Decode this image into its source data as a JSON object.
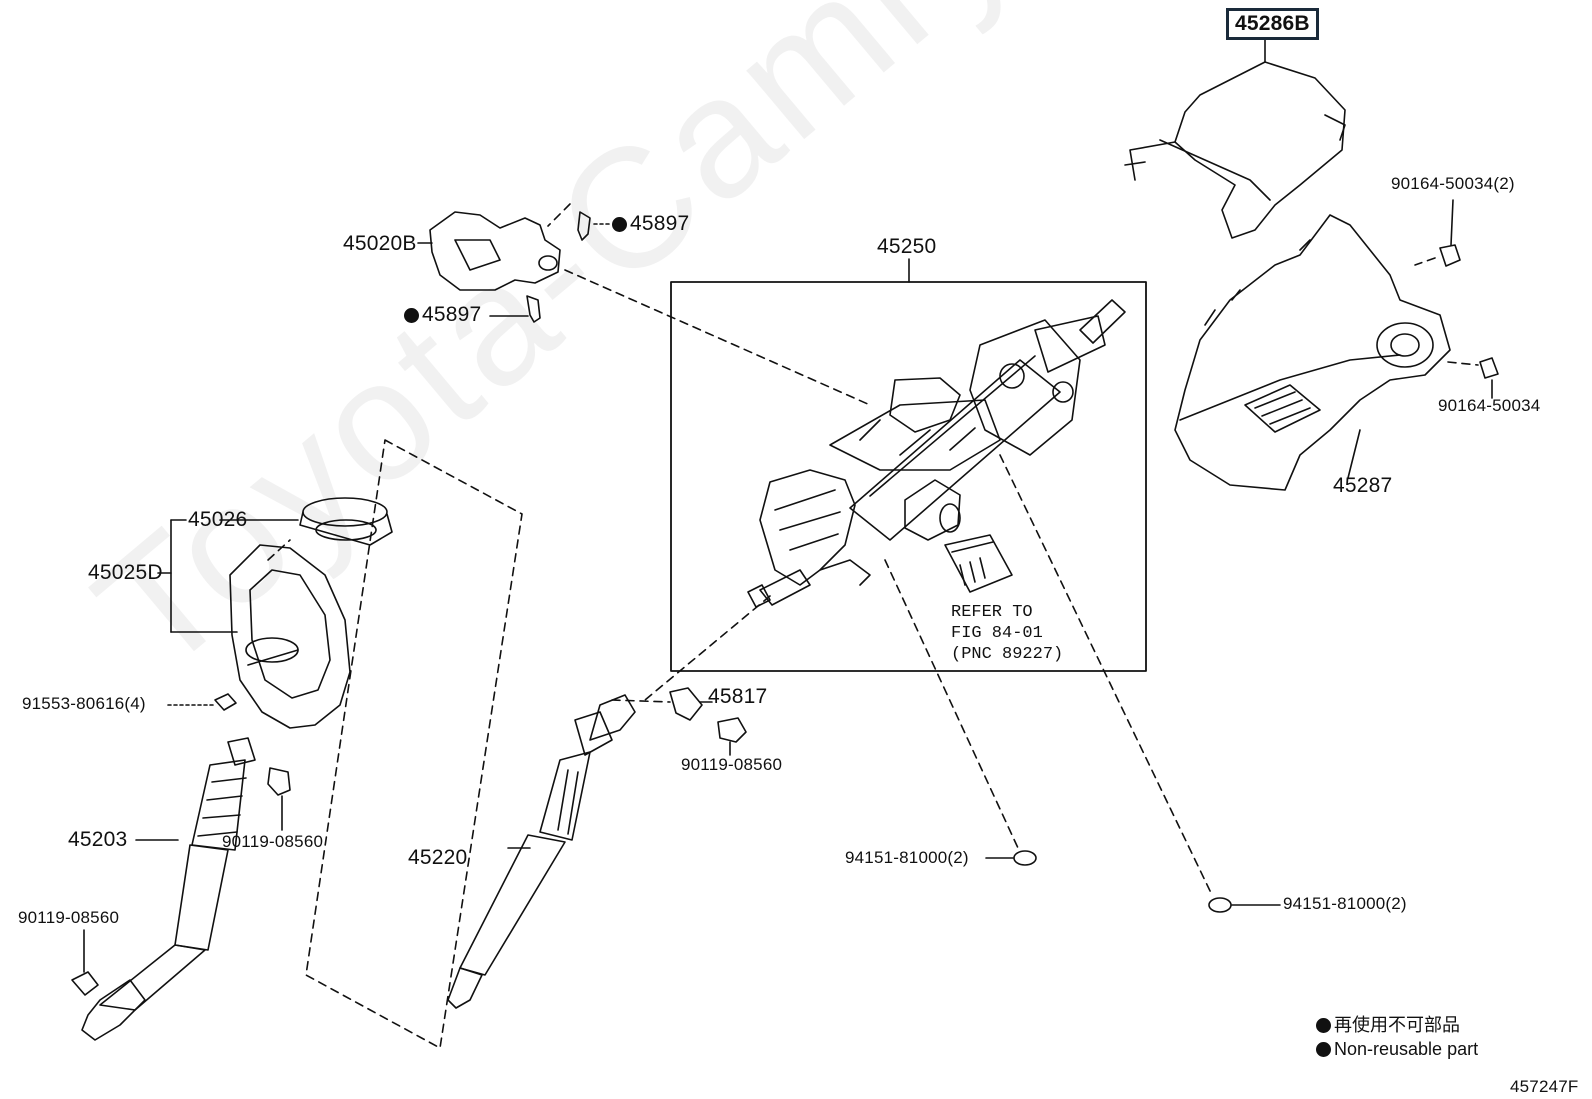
{
  "watermark": "Toyota-Camry.ru",
  "frame_id": "457247F",
  "parts": {
    "p45286B": "45286B",
    "p90164_50034_2": "90164-50034(2)",
    "p90164_50034": "90164-50034",
    "p45287": "45287",
    "p45250": "45250",
    "p45020B": "45020B",
    "p45897_top": "45897",
    "p45897_bottom": "45897",
    "p45026": "45026",
    "p45025D": "45025D",
    "p91553": "91553-80616(4)",
    "p45203": "45203",
    "p90119_a": "90119-08560",
    "p90119_b": "90119-08560",
    "p45220": "45220",
    "p45817": "45817",
    "p90119_c": "90119-08560",
    "p94151_a": "94151-81000(2)",
    "p94151_b": "94151-81000(2)"
  },
  "refer_note": {
    "line1": "REFER TO",
    "line2": "FIG 84-01",
    "line3": "(PNC 89227)"
  },
  "legend": {
    "cn": "再使用不可部品",
    "en": "Non-reusable part"
  }
}
